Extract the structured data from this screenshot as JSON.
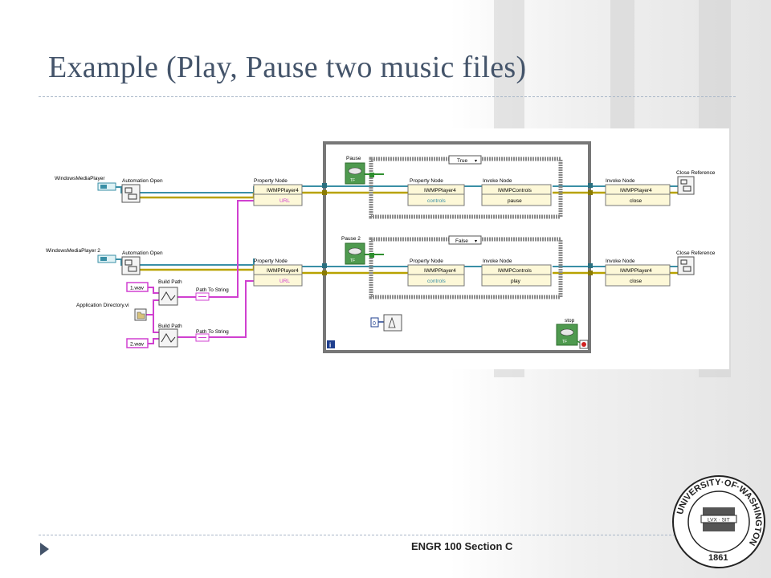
{
  "slide": {
    "title": "Example (Play, Pause two music files)",
    "footer": "ENGR 100 Section C"
  },
  "diagram": {
    "labels": {
      "wmp1": "WindowsMediaPlayer",
      "wmp2": "WindowsMediaPlayer 2",
      "auto_open": "Automation Open",
      "prop_node": "Property Node",
      "class": "IWMPPlayer4",
      "url": "URL",
      "pause": "Pause",
      "pause2": "Pause 2",
      "case_true": "True",
      "case_false": "False",
      "controls": "controls",
      "invoke_node": "Invoke Node",
      "wmp_controls": "IWMPControls",
      "pause_method": "pause",
      "play_method": "play",
      "close_method": "close",
      "close_ref": "Close Reference",
      "stop": "stop",
      "wav1": "1.wav",
      "wav2": "2.wav",
      "app_dir": "Application Directory.vi",
      "build_path": "Build Path",
      "path_to_string": "Path To String",
      "loop_index": "i",
      "zero": "0",
      "tf": "TF"
    }
  },
  "seal": {
    "text": "UNIVERSITY·OF·WASHINGTON",
    "year": "1861",
    "motto": "LVX · SIT"
  }
}
